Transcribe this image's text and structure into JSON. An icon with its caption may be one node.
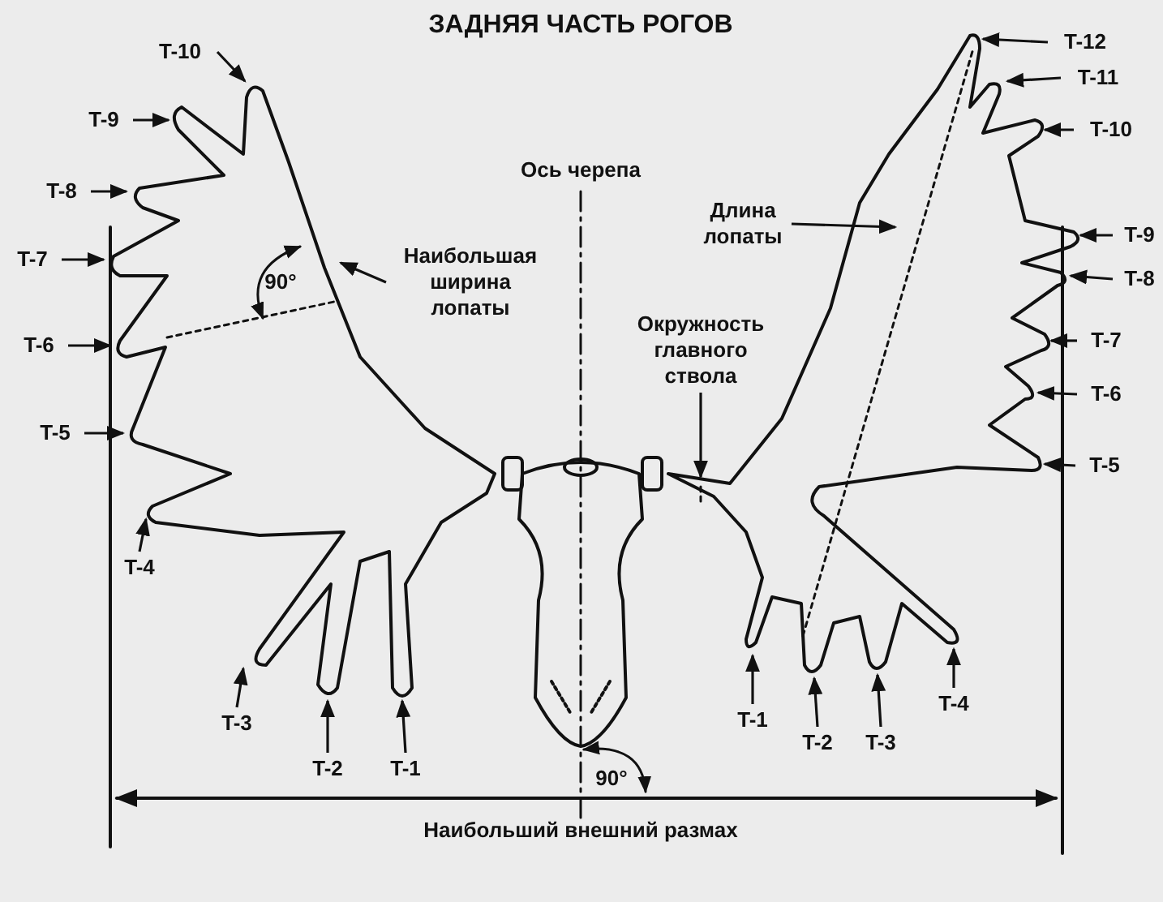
{
  "diagram": {
    "title": "ЗАДНЯЯ ЧАСТЬ РОГОВ",
    "nodes": [
      {
        "text": [
          "T-10"
        ]
      },
      {
        "text": [
          "T-9"
        ]
      },
      {
        "text": [
          "T-8"
        ]
      },
      {
        "text": [
          "T-7"
        ]
      },
      {
        "text": [
          "T-6"
        ]
      },
      {
        "text": [
          "T-5"
        ]
      },
      {
        "text": [
          "T-4"
        ]
      },
      {
        "text": [
          "T-3"
        ]
      },
      {
        "text": [
          "T-2"
        ]
      },
      {
        "text": [
          "T-1"
        ]
      },
      {
        "text": [
          "Наибольшая ширина лопаты"
        ]
      },
      {
        "text": [
          "T-12"
        ]
      },
      {
        "text": [
          "T-11"
        ]
      },
      {
        "text": [
          "T-10"
        ]
      },
      {
        "text": [
          "T-9"
        ]
      },
      {
        "text": [
          "T-8"
        ]
      },
      {
        "text": [
          "T-7"
        ]
      },
      {
        "text": [
          "T-6"
        ]
      },
      {
        "text": [
          "T-5"
        ]
      },
      {
        "text": [
          "Длина лопаты"
        ]
      },
      {
        "text": [
          "Окружность главного ствола"
        ]
      },
      {
        "text": [
          "T-1"
        ]
      },
      {
        "text": [
          "T-2"
        ]
      },
      {
        "text": [
          "T-3"
        ]
      },
      {
        "text": [
          "T-4"
        ]
      }
    ],
    "edges": [
      {
        "from": 0,
        "to": null,
        "arrow": "to"
      },
      {
        "from": 1,
        "to": null,
        "arrow": "to"
      },
      {
        "from": 2,
        "to": null,
        "arrow": "to"
      },
      {
        "from": 3,
        "to": null,
        "arrow": "to"
      },
      {
        "from": 4,
        "to": null,
        "arrow": "to"
      },
      {
        "from": 5,
        "to": null,
        "arrow": "to"
      },
      {
        "from": 6,
        "to": null,
        "arrow": "to"
      },
      {
        "from": 7,
        "to": null,
        "arrow": "to"
      },
      {
        "from": 8,
        "to": null,
        "arrow": "to"
      },
      {
        "from": 9,
        "to": null,
        "arrow": "to"
      },
      {
        "from": 10,
        "to": null,
        "arrow": "to"
      },
      {
        "from": 11,
        "to": null,
        "arrow": "to"
      },
      {
        "from": 12,
        "to": null,
        "arrow": "to"
      },
      {
        "from": 13,
        "to": null,
        "arrow": "to"
      },
      {
        "from": 14,
        "to": null,
        "arrow": "to"
      },
      {
        "from": 15,
        "to": null,
        "arrow": "to"
      },
      {
        "from": 16,
        "to": null,
        "arrow": "to"
      },
      {
        "from": 17,
        "to": null,
        "arrow": "to"
      },
      {
        "from": 18,
        "to": null,
        "arrow": "to"
      },
      {
        "from": 19,
        "to": null,
        "arrow": "to"
      },
      {
        "from": 20,
        "to": null,
        "arrow": "to"
      },
      {
        "from": 21,
        "to": null,
        "arrow": "to"
      },
      {
        "from": 22,
        "to": null,
        "arrow": "to"
      },
      {
        "from": 23,
        "to": null,
        "arrow": "to"
      },
      {
        "from": 24,
        "to": null,
        "arrow": "to"
      }
    ],
    "labels": [
      "Ось черепа",
      "90°",
      "90°",
      "Наибольший внешний размах"
    ]
  }
}
